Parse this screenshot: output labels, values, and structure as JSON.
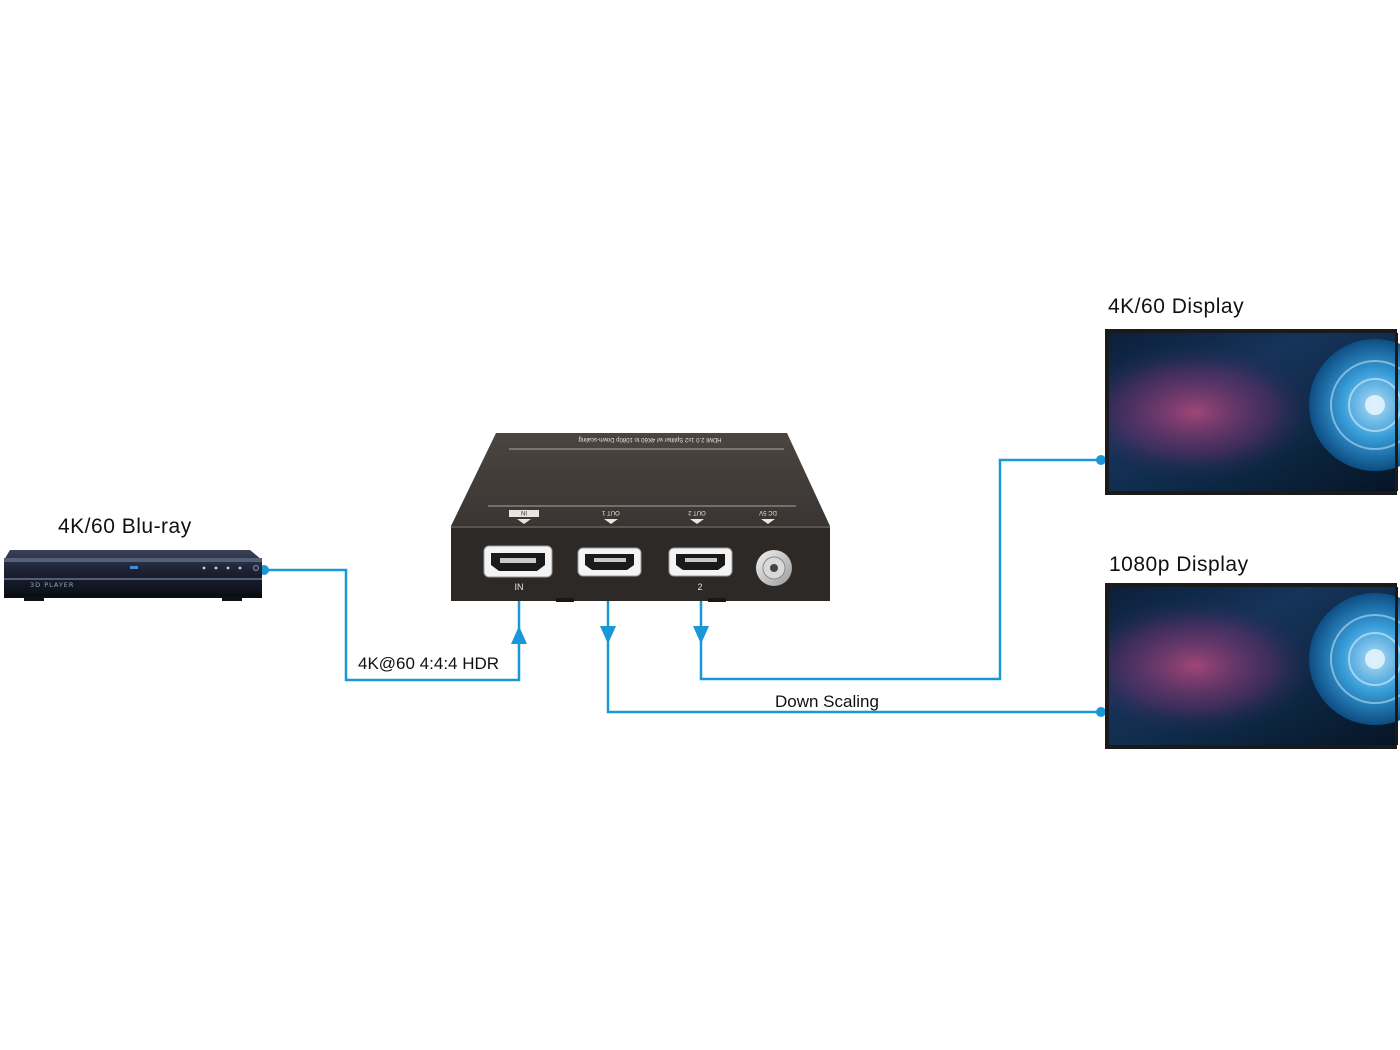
{
  "source": {
    "title": "4K/60 Blu-ray",
    "front_text": "3D PLAYER"
  },
  "splitter": {
    "top_label": "HDMI 2.0 1x2 Splitter w/ 4K60 to 1080p Down-scaling",
    "ports": [
      {
        "label": "IN",
        "sublabel": "IN"
      },
      {
        "label": "OUT 1",
        "sublabel": ""
      },
      {
        "label": "OUT 2",
        "sublabel": "2"
      },
      {
        "label": "DC 5V",
        "sublabel": ""
      }
    ]
  },
  "displays": [
    {
      "title": "4K/60 Display"
    },
    {
      "title": "1080p Display"
    }
  ],
  "connections": [
    {
      "label": "4K@60 4:4:4 HDR"
    },
    {
      "label": "Down Scaling"
    }
  ],
  "colors": {
    "wire": "#1a97d6",
    "splitter_body": "#3a3633",
    "splitter_face": "#2c2926",
    "player_body": "#1e2536"
  }
}
